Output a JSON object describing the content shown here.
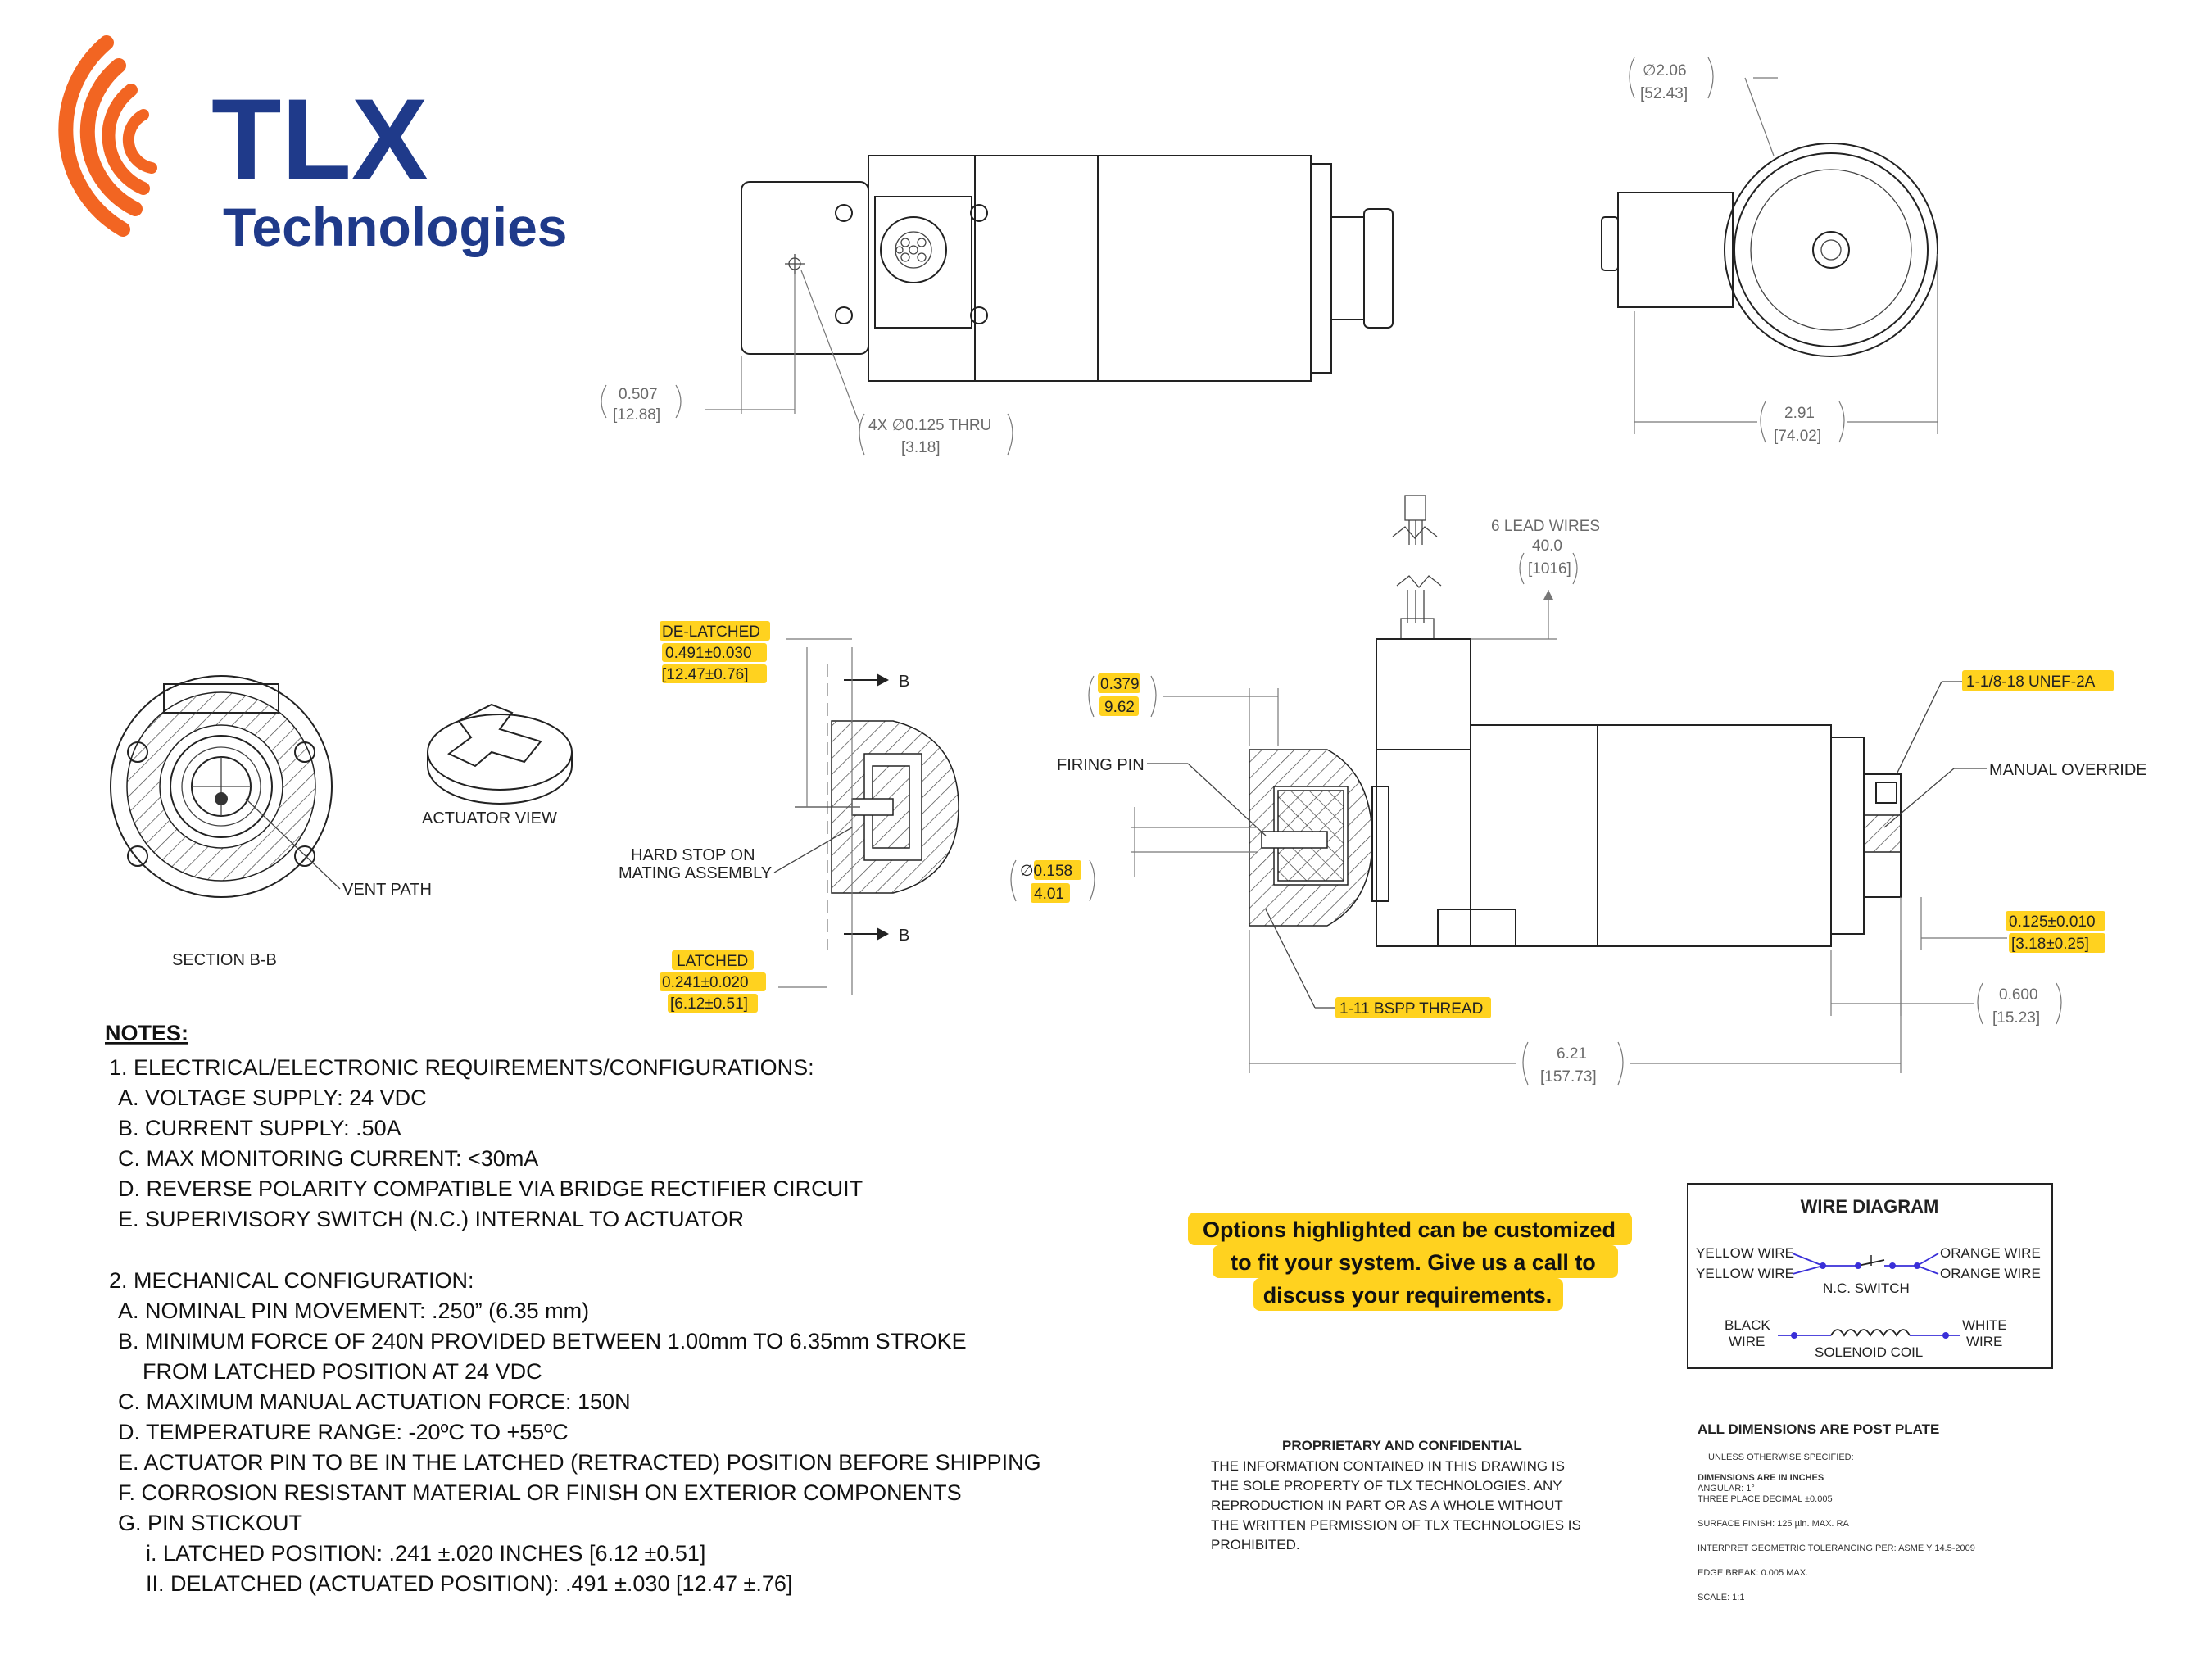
{
  "brand": {
    "name": "TLX",
    "tagline": "Technologies",
    "colors": {
      "primary": "#1f3a8a",
      "accent": "#f26522",
      "highlight": "#ffd21f"
    }
  },
  "top_view": {
    "dim_left": [
      "0.507",
      "[12.88]"
    ],
    "hole_note": [
      "4X  ∅0.125 THRU",
      "[3.18]"
    ]
  },
  "end_view": {
    "diameter": [
      "∅2.06",
      "[52.43]"
    ],
    "width": [
      "2.91",
      "[74.02]"
    ]
  },
  "section": {
    "vent_label": "VENT PATH",
    "caption": "SECTION B-B",
    "actuator_caption": "ACTUATOR VIEW"
  },
  "pin_detail": {
    "delatched": [
      "DE-LATCHED",
      "0.491±0.030",
      "[12.47±0.76]"
    ],
    "latched": [
      "LATCHED",
      "0.241±0.020",
      "[6.12±0.51]"
    ],
    "hard_stop": [
      "HARD STOP ON",
      "MATING ASSEMBLY"
    ],
    "section_mark": "B"
  },
  "side_view": {
    "lead_wires": [
      "6 LEAD WIRES",
      "40.0",
      "[1016]"
    ],
    "dim_0379": [
      "0.379",
      "9.62"
    ],
    "firing_pin": "FIRING PIN",
    "dim_0158": [
      "∅0.158",
      "4.01"
    ],
    "thread_right": "1-1/8-18 UNEF-2A",
    "manual_override": "MANUAL OVERRIDE",
    "dim_0125": [
      "0.125±0.010",
      "[3.18±0.25]"
    ],
    "dim_0600": [
      "0.600",
      "[15.23]"
    ],
    "thread_left": "1-11 BSPP THREAD",
    "dim_621": [
      "6.21",
      "[157.73]"
    ]
  },
  "notes": {
    "title": "NOTES:",
    "lines": [
      "1. ELECTRICAL/ELECTRONIC REQUIREMENTS/CONFIGURATIONS:",
      "A. VOLTAGE SUPPLY:  24 VDC",
      "B. CURRENT SUPPLY:  .50A",
      "C. MAX MONITORING CURRENT: <30mA",
      "D. REVERSE POLARITY COMPATIBLE VIA BRIDGE RECTIFIER CIRCUIT",
      "E. SUPERIVISORY SWITCH (N.C.) INTERNAL TO ACTUATOR",
      "2. MECHANICAL CONFIGURATION:",
      "A. NOMINAL PIN MOVEMENT: .250” (6.35 mm)",
      "B. MINIMUM FORCE OF 240N PROVIDED BETWEEN 1.00mm TO 6.35mm STROKE",
      "FROM LATCHED POSITION AT 24 VDC",
      "C. MAXIMUM MANUAL ACTUATION FORCE: 150N",
      "D. TEMPERATURE RANGE: -20ºC TO +55ºC",
      "E. ACTUATOR PIN TO BE IN THE LATCHED (RETRACTED) POSITION BEFORE SHIPPING",
      "F. CORROSION RESISTANT MATERIAL OR FINISH ON EXTERIOR COMPONENTS",
      "G. PIN STICKOUT",
      "i.  LATCHED POSITION: .241 ±.020 INCHES [6.12 ±0.51]",
      "II. DELATCHED (ACTUATED POSITION): .491 ±.030 [12.47 ±.76]"
    ]
  },
  "callout": [
    "Options highlighted can be customized",
    "to fit your system. Give us a call to",
    "discuss your requirements."
  ],
  "wire_diagram": {
    "title": "WIRE DIAGRAM",
    "yellow1": "YELLOW  WIRE",
    "yellow2": "YELLOW WIRE",
    "orange1": "ORANGE  WIRE",
    "orange2": "ORANGE WIRE",
    "switch": "N.C. SWITCH",
    "black": [
      "BLACK",
      "WIRE"
    ],
    "white": [
      "WHITE",
      "WIRE"
    ],
    "coil": "SOLENOID COIL"
  },
  "proprietary": {
    "title": "PROPRIETARY AND CONFIDENTIAL",
    "lines": [
      "THE INFORMATION CONTAINED IN THIS DRAWING IS",
      "THE SOLE PROPERTY OF TLX TECHNOLOGIES.  ANY",
      "REPRODUCTION IN PART OR AS A WHOLE WITHOUT",
      "THE WRITTEN PERMISSION OF TLX TECHNOLOGIES IS",
      "PROHIBITED."
    ]
  },
  "dims_block": {
    "title": "ALL DIMENSIONS ARE POST PLATE",
    "unless": "UNLESS OTHERWISE SPECIFIED:",
    "inches": "DIMENSIONS ARE IN INCHES",
    "angular": "ANGULAR: 1°",
    "decimal": "THREE PLACE DECIMAL  ±0.005",
    "surface": "SURFACE FINISH: 125 µin. MAX. RA",
    "gdt": "INTERPRET GEOMETRIC TOLERANCING PER: ASME Y 14.5-2009",
    "edge": "EDGE BREAK: 0.005 MAX.",
    "scale": "SCALE: 1:1"
  }
}
